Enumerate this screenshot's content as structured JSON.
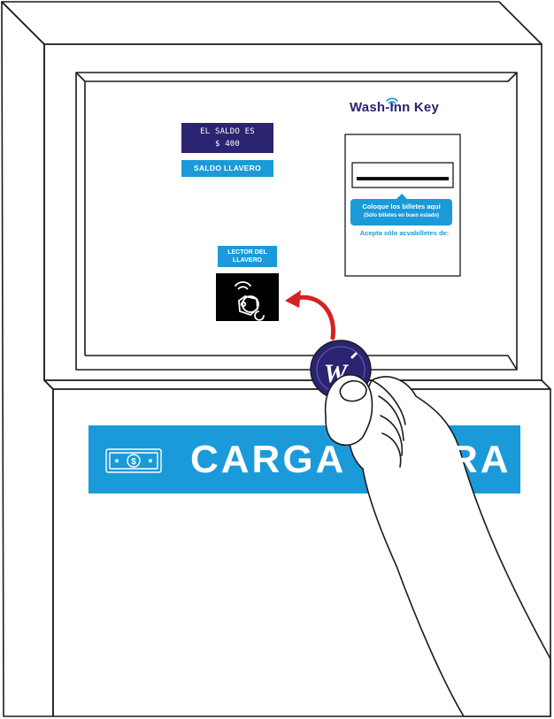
{
  "screen": {
    "balance_line1": "EL SALDO ES",
    "balance_line2": "$ 400",
    "saldo_button_label": "SALDO LLAVERO",
    "reader_label_line1": "LECTOR DEL",
    "reader_label_line2": "LLAVERO"
  },
  "bill_acceptor": {
    "logo_text": "Wash-Inn Key",
    "tooltip_line1": "Coloque los billetes aquí",
    "tooltip_line2": "(Sólo billetes en buen estado)",
    "accept_text": "Acepta sólo acvabilletes de:"
  },
  "banner": {
    "text_left": "CARGA",
    "text_right": "RA"
  },
  "colors": {
    "navy": "#2b2470",
    "blue": "#1a9ad9"
  },
  "icons": [
    "money-bill-icon",
    "nfc-keyfob-icon",
    "wifi-logo-icon",
    "arrow-icon",
    "keyfob-token-icon",
    "hand-icon"
  ]
}
